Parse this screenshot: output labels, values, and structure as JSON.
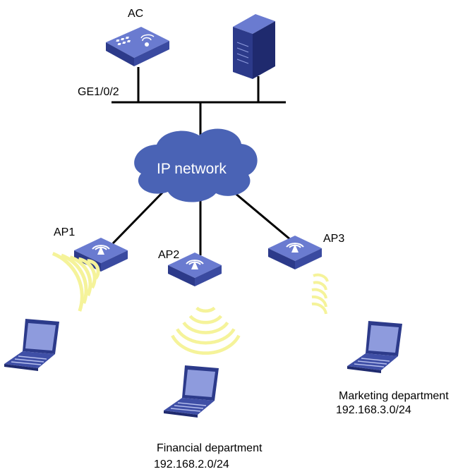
{
  "labels": {
    "ac": "AC",
    "port": "GE1/0/2",
    "cloud": "IP network",
    "ap1": "AP1",
    "ap2": "AP2",
    "ap3": "AP3"
  },
  "departments": [
    {
      "name": "Financial department",
      "subnet": "192.168.2.0/24"
    },
    {
      "name": "Marketing department",
      "subnet": "192.168.3.0/24"
    }
  ],
  "colors": {
    "device_blue": "#3f4fa6",
    "device_top": "#5566c0",
    "cloud_blue": "#4a63b5",
    "signal_yellow": "#f5f39a",
    "line": "#000000"
  },
  "icons": [
    "ac-device-icon",
    "server-icon",
    "cloud-icon",
    "access-point-icon",
    "laptop-icon",
    "wifi-signal-icon"
  ]
}
